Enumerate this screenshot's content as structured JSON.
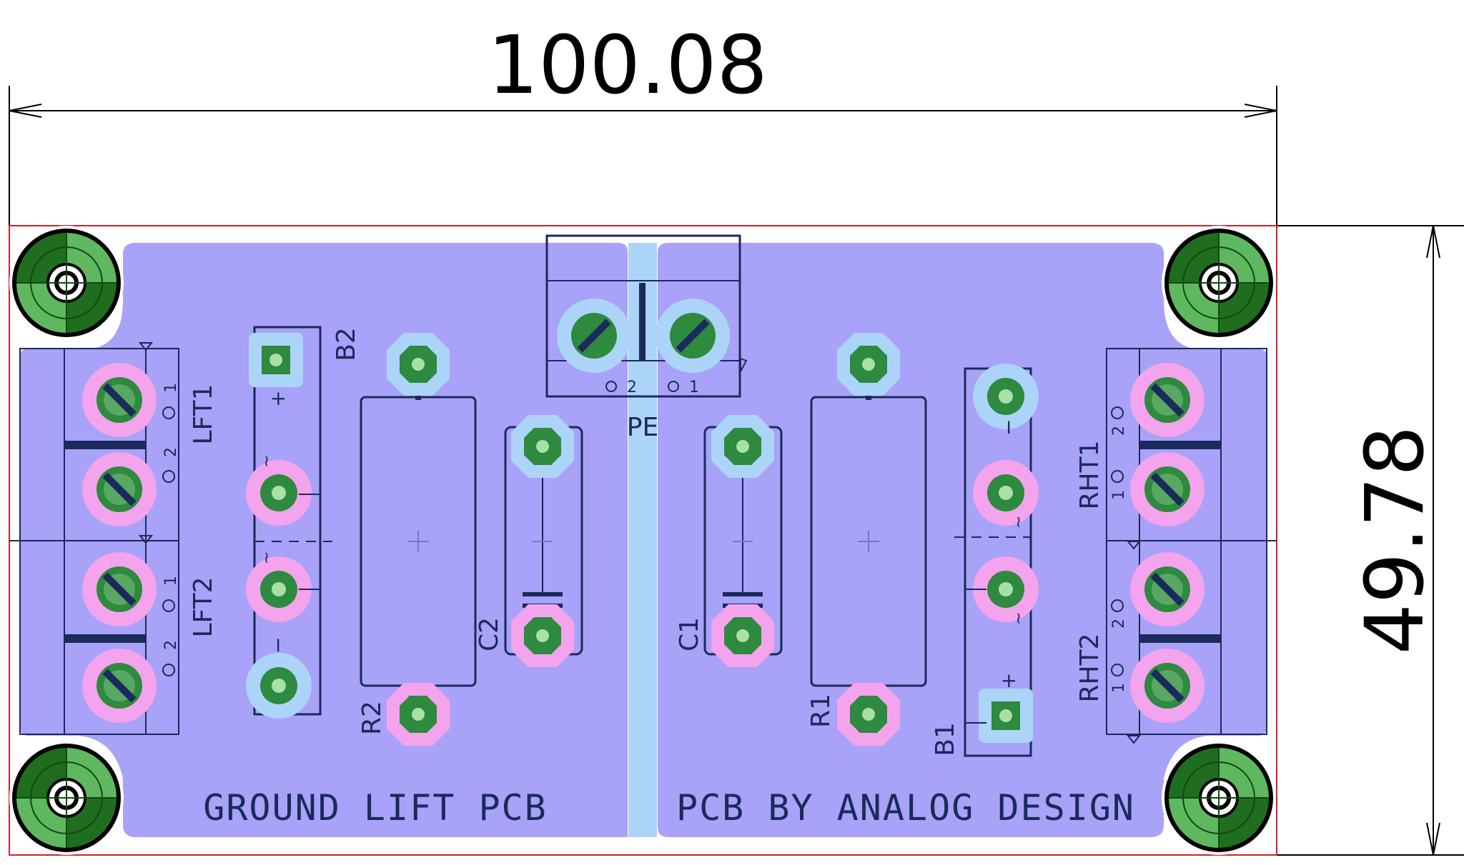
{
  "dimensions": {
    "width": "100.08",
    "height": "49.78"
  },
  "board": {
    "left_text": "GROUND LIFT PCB",
    "right_text": "PCB BY ANALOG DESIGN"
  },
  "refs": {
    "lft1": "LFT1",
    "lft2": "LFT2",
    "rht1": "RHT1",
    "rht2": "RHT2",
    "b1": "B1",
    "b2": "B2",
    "r1": "R1",
    "r2": "R2",
    "c1": "C1",
    "c2": "C2",
    "pe": "PE"
  },
  "pins": {
    "one": "1",
    "two": "2",
    "plus": "+",
    "minus": "−",
    "tilde": "~"
  },
  "colors": {
    "copper_fill": "#a8a2f8",
    "gap_track": "#acd4f8",
    "pad_green": "#2d8a3e",
    "pad_ring_pink": "#f4a4ec",
    "pad_ring_blue": "#acd4f8",
    "silkscreen": "#1a2a5a",
    "edge_cuts": "#d4202a",
    "mounting_hole": "#1f6e1f"
  }
}
